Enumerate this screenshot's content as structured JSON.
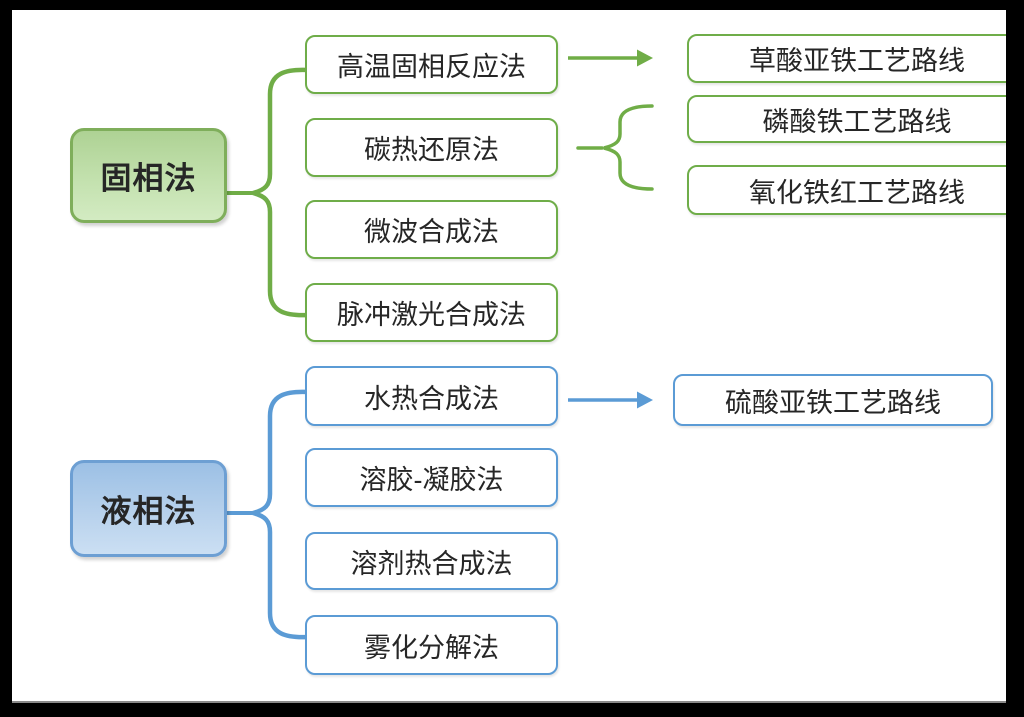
{
  "diagram": {
    "palette": {
      "green_stroke": "#70ad47",
      "green_parent_fill_top": "#aed294",
      "green_parent_fill_bottom": "#d3ebc2",
      "blue_stroke": "#5b9bd5",
      "blue_parent_fill_top": "#9cc0e5",
      "blue_parent_fill_bottom": "#cbdff3",
      "node_fill": "#ffffff",
      "text_color": "#262626",
      "frame_color": "#000000"
    },
    "solid_phase": {
      "parent": "固相法",
      "methods": [
        "高温固相反应法",
        "碳热还原法",
        "微波合成法",
        "脉冲激光合成法"
      ],
      "routes": [
        "草酸亚铁工艺路线",
        "磷酸铁工艺路线",
        "氧化铁红工艺路线"
      ],
      "links": [
        {
          "from": "高温固相反应法",
          "to": "草酸亚铁工艺路线",
          "connector": "arrow"
        },
        {
          "from": "碳热还原法",
          "to": "磷酸铁工艺路线",
          "connector": "brace"
        },
        {
          "from": "碳热还原法",
          "to": "氧化铁红工艺路线",
          "connector": "brace"
        },
        {
          "from": "固相法",
          "to": "高温固相反应法,碳热还原法,微波合成法,脉冲激光合成法",
          "connector": "brace"
        }
      ]
    },
    "liquid_phase": {
      "parent": "液相法",
      "methods": [
        "水热合成法",
        "溶胶-凝胶法",
        "溶剂热合成法",
        "雾化分解法"
      ],
      "routes": [
        "硫酸亚铁工艺路线"
      ],
      "links": [
        {
          "from": "水热合成法",
          "to": "硫酸亚铁工艺路线",
          "connector": "arrow"
        },
        {
          "from": "液相法",
          "to": "水热合成法,溶胶-凝胶法,溶剂热合成法,雾化分解法",
          "connector": "brace"
        }
      ]
    }
  }
}
